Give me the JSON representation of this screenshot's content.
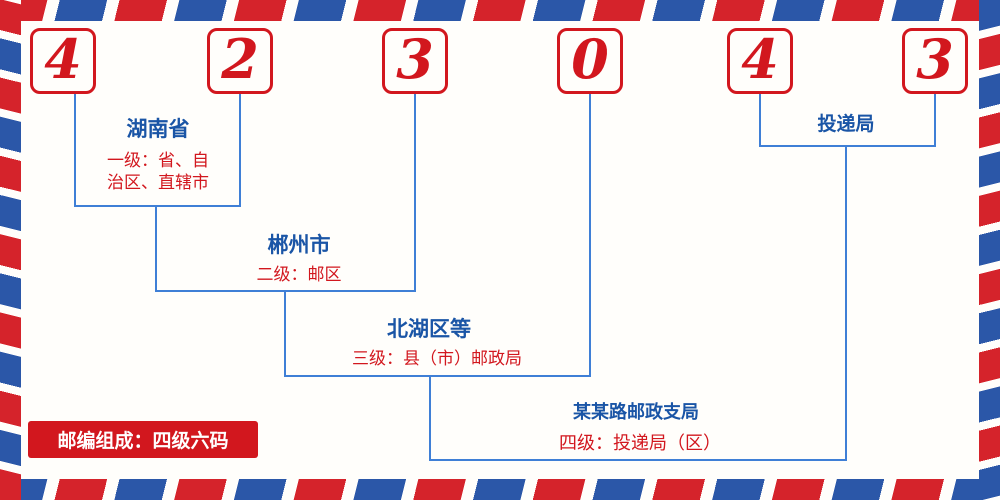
{
  "postal_code": {
    "digits": [
      "4",
      "2",
      "3",
      "0",
      "4",
      "3"
    ]
  },
  "annotations": {
    "level1": {
      "name": "湖南省",
      "desc1": "一级：省、自",
      "desc2": "治区、直辖市"
    },
    "level2": {
      "name": "郴州市",
      "desc": "二级：邮区"
    },
    "level3": {
      "name": "北湖区等",
      "desc": "三级：县（市）邮政局"
    },
    "level4": {
      "name": "投递局",
      "branch": "某某路邮政支局",
      "desc": "四级：投递局（区）"
    },
    "footer": {
      "text": "邮编组成：四级六码"
    }
  },
  "colors": {
    "digit_red": "#d2171e",
    "label_blue": "#1a55a6",
    "line_blue": "#3f7fd6",
    "footer_bg": "#d2171e",
    "footer_text": "#ffffff",
    "border_red": "#d5232b",
    "border_blue": "#2b57a8",
    "background": "#fffefb"
  }
}
